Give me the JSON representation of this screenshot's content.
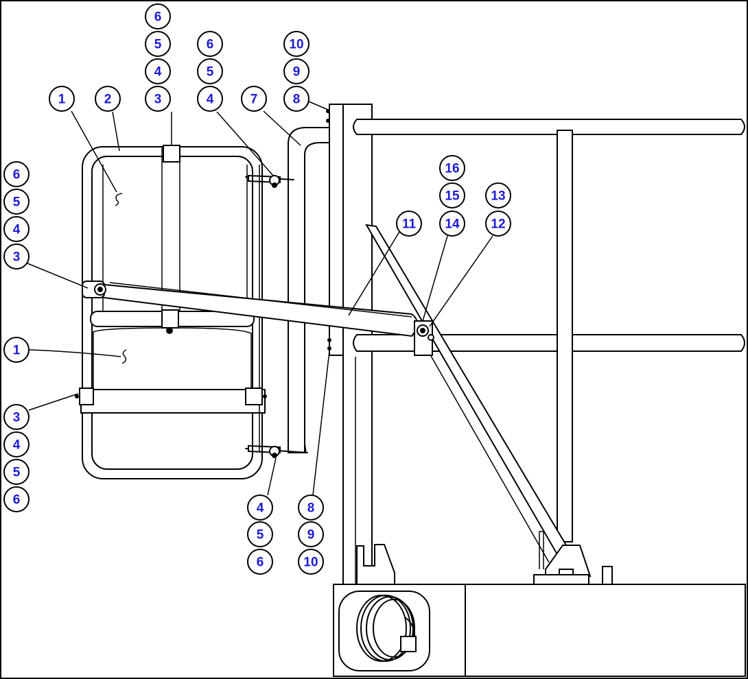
{
  "callouts": [
    {
      "label": "6"
    },
    {
      "label": "5"
    },
    {
      "label": "4"
    },
    {
      "label": "3"
    },
    {
      "label": "6"
    },
    {
      "label": "5"
    },
    {
      "label": "4"
    },
    {
      "label": "10"
    },
    {
      "label": "9"
    },
    {
      "label": "8"
    },
    {
      "label": "1"
    },
    {
      "label": "2"
    },
    {
      "label": "7"
    },
    {
      "label": "6"
    },
    {
      "label": "5"
    },
    {
      "label": "4"
    },
    {
      "label": "3"
    },
    {
      "label": "16"
    },
    {
      "label": "15"
    },
    {
      "label": "14"
    },
    {
      "label": "13"
    },
    {
      "label": "12"
    },
    {
      "label": "11"
    },
    {
      "label": "1"
    },
    {
      "label": "3"
    },
    {
      "label": "4"
    },
    {
      "label": "5"
    },
    {
      "label": "6"
    },
    {
      "label": "4"
    },
    {
      "label": "5"
    },
    {
      "label": "6"
    },
    {
      "label": "8"
    },
    {
      "label": "9"
    },
    {
      "label": "10"
    }
  ],
  "colors": {
    "callout_text": "#1a1ad6",
    "lines": "#000000",
    "background": "#ffffff"
  }
}
